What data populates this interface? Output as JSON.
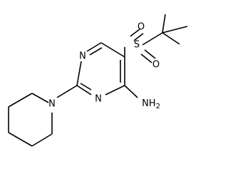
{
  "molecule": {
    "atoms": {
      "n_top": "N",
      "n_bottom": "N",
      "n_piperidine": "N",
      "amine": "NH",
      "amine_sub": "2",
      "sulfur": "S",
      "oxygen_top": "O",
      "oxygen_bottom": "O"
    }
  }
}
